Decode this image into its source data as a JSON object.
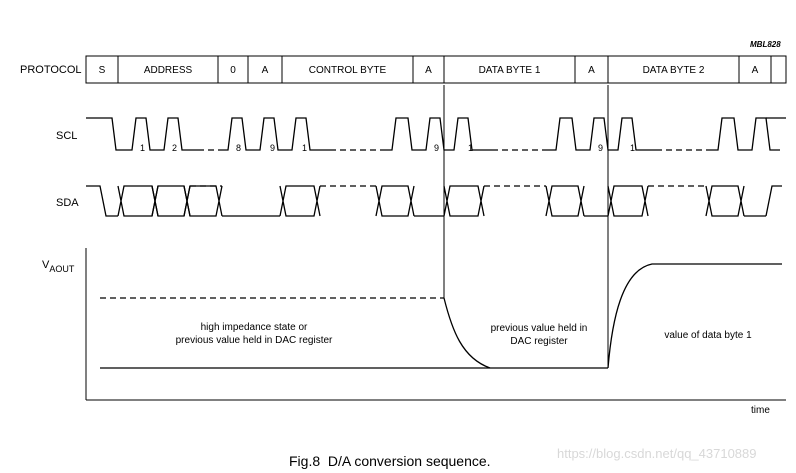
{
  "figure_id": "MBL828",
  "caption": "Fig.8  D/A conversion sequence.",
  "watermark": "https://blog.csdn.net/qq_43710889",
  "rows": {
    "protocol": "PROTOCOL",
    "scl": "SCL",
    "sda": "SDA",
    "vaout_main": "V",
    "vaout_sub": "AOUT"
  },
  "protocol_fields": [
    "S",
    "ADDRESS",
    "0",
    "A",
    "CONTROL BYTE",
    "A",
    "DATA BYTE 1",
    "A",
    "DATA BYTE 2",
    "A"
  ],
  "scl_pulse_labels": [
    "1",
    "2",
    "8",
    "9",
    "1",
    "9",
    "1",
    "9",
    "1"
  ],
  "annotations": {
    "region1_line1": "high impedance state or",
    "region1_line2": "previous value held in DAC register",
    "region2_line1": "previous value held in",
    "region2_line2": "DAC register",
    "region3": "value of data byte 1"
  },
  "x_axis_label": "time"
}
